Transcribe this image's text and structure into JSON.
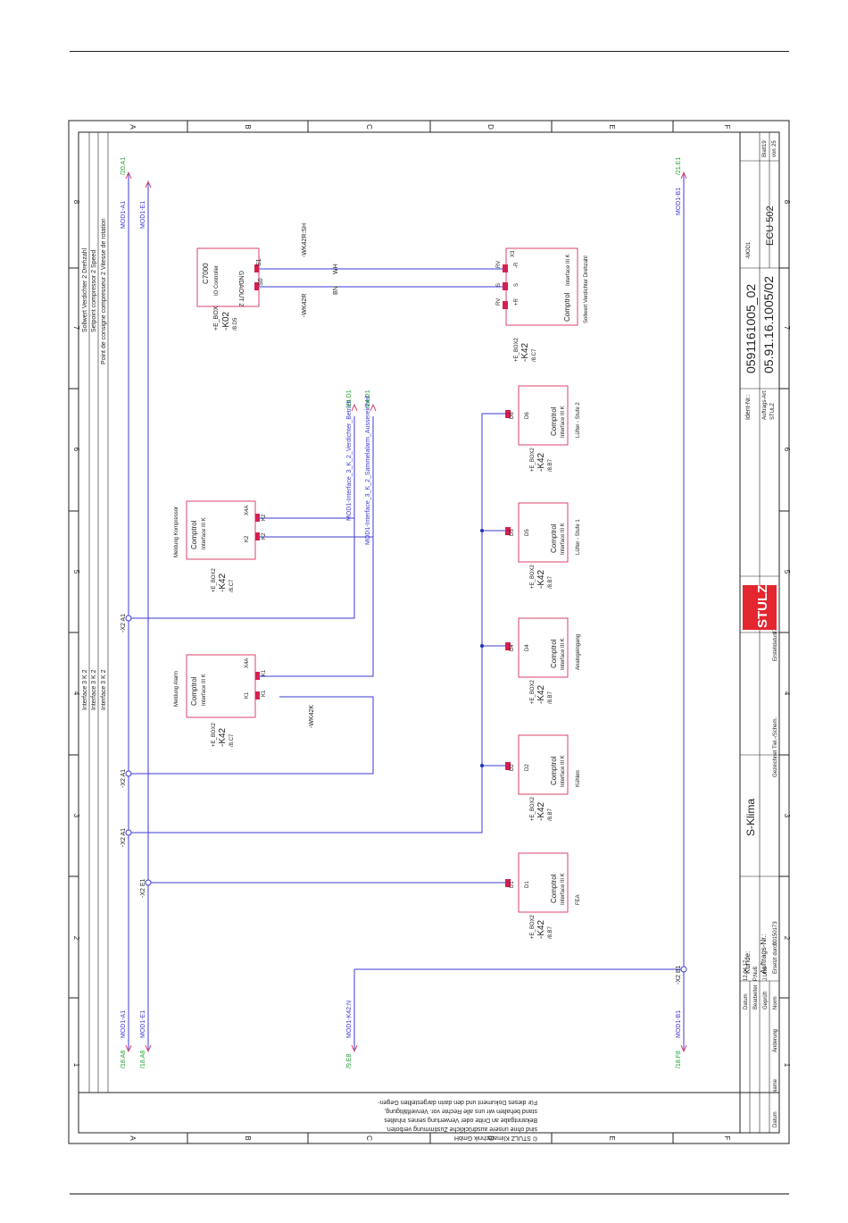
{
  "grid": {
    "rows": [
      "A",
      "B",
      "C",
      "D",
      "E",
      "F"
    ],
    "cols": [
      "1",
      "2",
      "3",
      "4",
      "5",
      "6",
      "7",
      "8"
    ]
  },
  "header": {
    "interface_lines": [
      "Interface 3 K 2",
      "Interface 3 K 2",
      "Interface 3 K 2"
    ],
    "setpoint_lines": [
      "Sollwert Verdichter 2 Drehzahl",
      "Setpoint compressor 2 Speed",
      "Point de consigne compresseur 2 Vitesse de rotation"
    ]
  },
  "links": {
    "top_a1": "/20.A1",
    "top_e1": "/21.E1",
    "bot_a8": "/18.A8",
    "bot_a8b": "/18.A8",
    "bot_e8": "/9.E8",
    "bot_f8": "/18.F8"
  },
  "wires": {
    "mod1_a1": "MOD1-A1",
    "mod1_e1": "MOD1-E1",
    "mod1_b1": "MOD1-B1",
    "mod1_k42n": "MOD1-K42:N",
    "iface_a": "MOD1-Interface_3_K_2_Verdichter_Betrieb",
    "iface_b": "MOD1-Interface_3_K_2_Sammelalarm_Aussereinheit",
    "link_24a": "/24.D1",
    "link_24b": "/24.D1",
    "wk42k": "-WK42K",
    "wk42r": "-WK42R",
    "wk42rsh": "-WK42R:SH",
    "wh": "WH",
    "bn": "BN"
  },
  "terminals": {
    "x2_a1a": "-X2 A1",
    "x2_a1b": "-X2 A1",
    "x2_a1c": "-X2 A1",
    "x2_e1": "-X2 E1",
    "x2_b1": "-X2 B1"
  },
  "controller": {
    "title": "C7000",
    "subtitle": "IO Controller",
    "gnd": "GND",
    "aout": "AOUT 2",
    "s1": "S1",
    "s0": "S0",
    "ref_box": "+E_BOX",
    "ref_id": "-K02",
    "ref_loc": "/8.D5"
  },
  "modules": [
    {
      "ref": "+E_BOX2",
      "id": "-K42",
      "loc": "/8.B7",
      "name": "Comptrol",
      "sub": "Interface III K",
      "desc": "FEA",
      "term": "D1",
      "pin": "D1"
    },
    {
      "ref": "+E_BOX2",
      "id": "-K42",
      "loc": "/8.B7",
      "name": "Comptrol",
      "sub": "Interface III K",
      "desc": "Kühlen",
      "term": "D2",
      "pin": "D2"
    },
    {
      "ref": "+E_BOX2",
      "id": "-K42",
      "loc": "/8.B7",
      "name": "Comptrol",
      "sub": "Interface III K",
      "desc": "Analogeingang",
      "term": "D4",
      "pin": "D4"
    },
    {
      "ref": "+E_BOX2",
      "id": "-K42",
      "loc": "/8.B7",
      "name": "Comptrol",
      "sub": "Interface III K",
      "desc": "Lüfter - Stufe 1",
      "term": "D5",
      "pin": "D5"
    },
    {
      "ref": "+E_BOX2",
      "id": "-K42",
      "loc": "/8.B7",
      "name": "Comptrol",
      "sub": "Interface III K",
      "desc": "Lüfter - Stufe 2",
      "term": "D6",
      "pin": "D6"
    }
  ],
  "relays": [
    {
      "ref": "+E_BOX2",
      "id": "-K42",
      "loc": "/8.C7",
      "name": "Comptrol",
      "sub": "Interface III K",
      "desc": "Meldung Alarm",
      "p1": "K1",
      "p2": "X4A",
      "t1": "K1",
      "t2": "K1"
    },
    {
      "ref": "+E_BOX2",
      "id": "-K42",
      "loc": "/8.C7",
      "name": "Comptrol",
      "sub": "Interface III K",
      "desc": "Meldung Kompressor",
      "p1": "K2",
      "p2": "X4A",
      "t1": "K2",
      "t2": "K2"
    }
  ],
  "speed_module": {
    "ref": "+E_BOX2",
    "id": "-K42",
    "loc": "/8.C7",
    "name": "Comptrol",
    "sub": "Interface III K",
    "desc": "Sollwert Verdichter Drehzahl",
    "x3": "X3",
    "rv1": "RV",
    "rv2": "RV",
    "s": "S",
    "r_minus": "-R",
    "s_pin": "S",
    "r_plus": "+R"
  },
  "legal": [
    "Für dieses Dokument und den darin dargestellten Gegen-",
    "stand behalten wir uns alle Rechte vor. Vervielfältigung,",
    "Bekanntgabe an Dritte oder Verwertung seines Inhaltes",
    "sind ohne unsere ausdrückliche Zustimmung verboten.",
    "© STULZ Klimatechnik GmbH"
  ],
  "titleblock": {
    "datum_l": "Datum",
    "bearb_l": "Bearbeiter",
    "gepr_l": "Geprüft",
    "norm_l": "Norm",
    "datum_v": "12.04.17",
    "bearb_v": "P.Nuß",
    "gepr_v": "J.Uhd",
    "aend_l": "Änderung",
    "datum2_l": "Datum",
    "name_l": "Name",
    "kunde_l": "Kunde:",
    "kunde_v": "S-Klima",
    "auftrag_l": "Auftrags-Nr.:",
    "ersetzt_l": "Ersetzt durch:",
    "ersetzt_v": "00150173",
    "gez_l": "Gezeichnet",
    "gez_v": "Tiel.-/Schem.",
    "erstellt_l": "Erstelldatum",
    "erstellt_v": "27.02.17",
    "brand": "STULZ",
    "ident_l": "Ident-Nr.:",
    "ident_v": "0591161005_02",
    "auftart_l": "Auftrags-Art:",
    "auftart_v": "STULZ",
    "zeich_v": "05.91.16.1005/02",
    "mod_v": "-MOD1",
    "ecu_v": "ECU 502",
    "blatt_l": "Blatt",
    "blatt_v": "19",
    "von_l": "von",
    "von_v": "25"
  }
}
